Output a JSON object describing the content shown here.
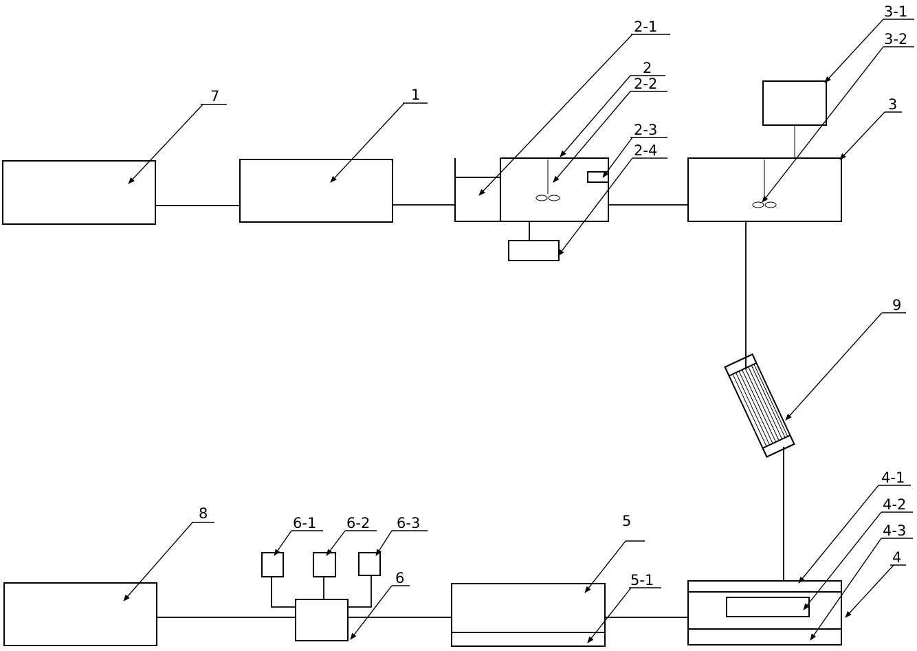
{
  "labels": {
    "l7": "7",
    "l1": "1",
    "l2_1": "2-1",
    "l2": "2",
    "l2_2": "2-2",
    "l2_3": "2-3",
    "l2_4": "2-4",
    "l3_1": "3-1",
    "l3_2": "3-2",
    "l3": "3",
    "l9": "9",
    "l8": "8",
    "l6_1": "6-1",
    "l6_2": "6-2",
    "l6_3": "6-3",
    "l6": "6",
    "l5": "5",
    "l5_1": "5-1",
    "l4_1": "4-1",
    "l4_2": "4-2",
    "l4_3": "4-3",
    "l4": "4"
  }
}
